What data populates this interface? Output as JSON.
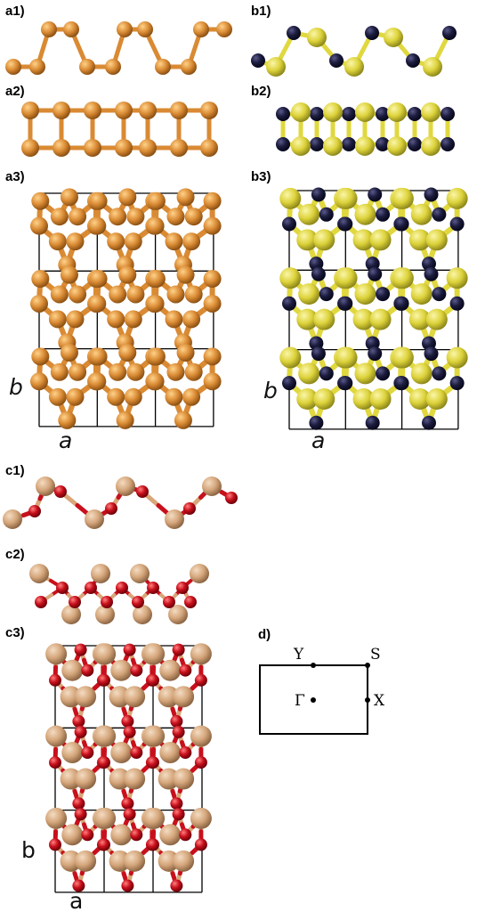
{
  "panels": {
    "a1": "a1)",
    "a2": "a2)",
    "a3": "a3)",
    "b1": "b1)",
    "b2": "b2)",
    "b3": "b3)",
    "c1": "c1)",
    "c2": "c2)",
    "c3": "c3)",
    "d": "d)"
  },
  "axes": {
    "a3_a": "a",
    "a3_b": "b",
    "b3_a": "a",
    "b3_b": "b",
    "c3_a": "a",
    "c3_b": "b"
  },
  "brillouin": {
    "Y": "Y",
    "S": "S",
    "G": "Γ",
    "X": "X"
  },
  "colors": {
    "phosphorus": "#d98a33",
    "sulfur": "#e0d83e",
    "dark_atom": "#1c1c3e",
    "tan_atom": "#d8a77a",
    "red_atom": "#c8101c"
  }
}
